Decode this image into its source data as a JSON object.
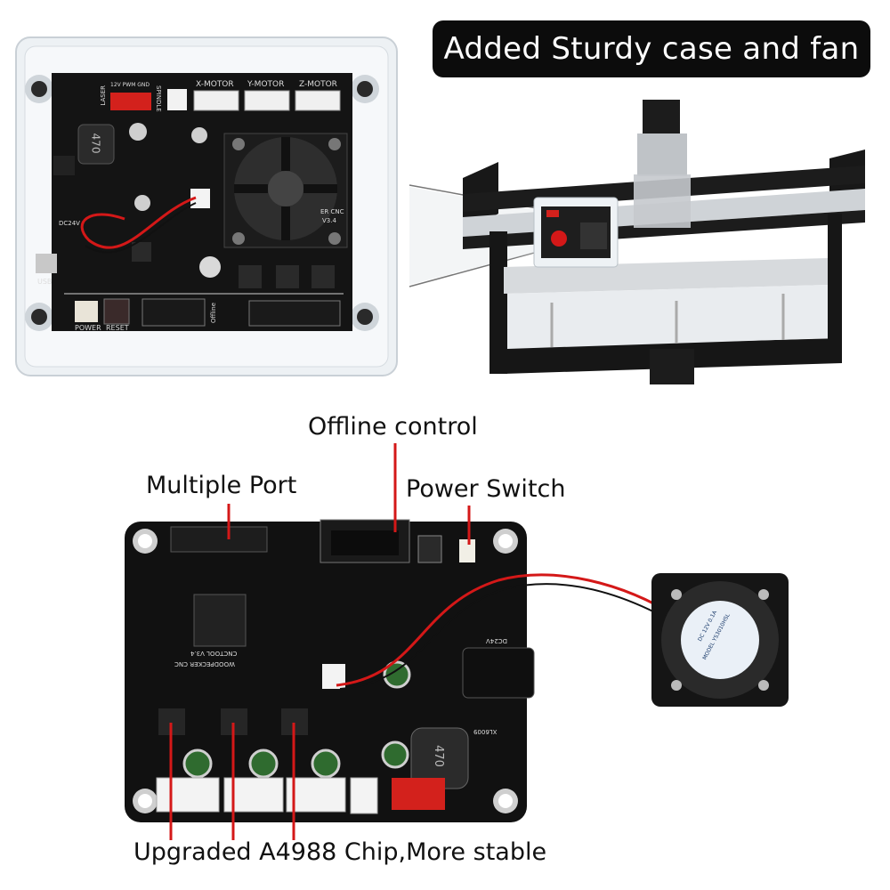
{
  "banner": {
    "text": "Added Sturdy case and fan"
  },
  "labels": {
    "offline": "Offline control",
    "multiport": "Multiple Port",
    "power_switch": "Power Switch",
    "upgraded": "Upgraded A4988 Chip,More stable"
  },
  "case_board": {
    "motors": [
      "X-MOTOR",
      "Y-MOTOR",
      "Z-MOTOR"
    ],
    "laser": "LASER",
    "spindle": "SPINDLE",
    "power": "POWER",
    "reset": "RESET",
    "inductor": "470",
    "usb": "USB",
    "dc": "DC24V",
    "offline": "Offline",
    "brand": "ER CNC",
    "version": "V3.4",
    "pwm": "12V PWM GND"
  },
  "bare_board": {
    "inductor": "470",
    "brand": "WOODPECKER CNC",
    "model": "CNCTOOL V3.4",
    "dc": "DC24V",
    "chip": "XL6009"
  },
  "fan": {
    "label_line1": "DC 12V 0.1A",
    "label_line2": "MODEL YS3010HSL"
  },
  "colors": {
    "pcb": "#111111",
    "acrylic": "#e8eef2",
    "frame": "#161616",
    "rail": "#c9ccd0",
    "wire_red": "#d41818"
  }
}
